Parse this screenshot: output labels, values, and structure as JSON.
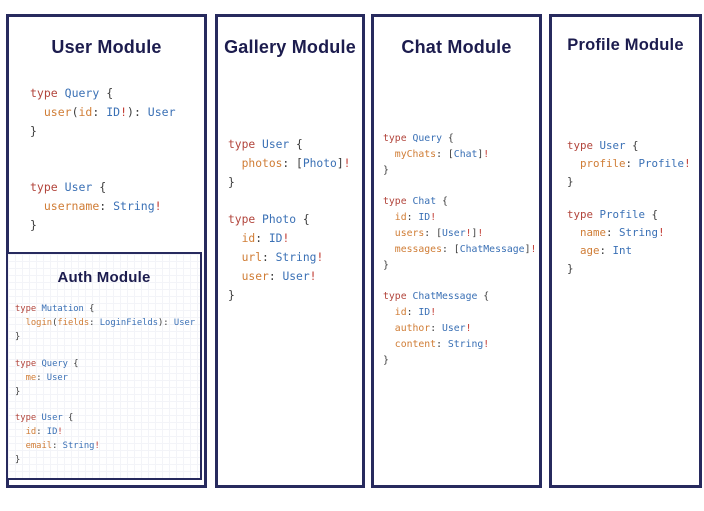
{
  "palette": {
    "border_navy": "#272a5e",
    "title_navy": "#1c1c4e",
    "code_keyword_red": "#b2453c",
    "code_typename_blue": "#3a70b5",
    "code_field_orange": "#d07d36",
    "code_punctuation": "#3c3c3c",
    "code_bang_red": "#c13a31",
    "panel_background": "#ffffff"
  },
  "modules": [
    {
      "title": "User Module",
      "blocks": [
        {
          "lines": [
            [
              [
                "k",
                "type"
              ],
              [
                "p",
                " "
              ],
              [
                "t",
                "Query"
              ],
              [
                "p",
                " {"
              ]
            ],
            [
              [
                "p",
                "  "
              ],
              [
                "f",
                "user"
              ],
              [
                "p",
                "("
              ],
              [
                "f",
                "id"
              ],
              [
                "p",
                ": "
              ],
              [
                "t",
                "ID"
              ],
              [
                "b",
                "!"
              ],
              [
                "p",
                "): "
              ],
              [
                "t",
                "User"
              ]
            ],
            [
              [
                "p",
                "}"
              ]
            ]
          ]
        },
        {
          "lines": [
            [
              [
                "k",
                "type"
              ],
              [
                "p",
                " "
              ],
              [
                "t",
                "User"
              ],
              [
                "p",
                " {"
              ]
            ],
            [
              [
                "p",
                "  "
              ],
              [
                "f",
                "username"
              ],
              [
                "p",
                ": "
              ],
              [
                "t",
                "String"
              ],
              [
                "b",
                "!"
              ]
            ],
            [
              [
                "p",
                "}"
              ]
            ]
          ]
        }
      ]
    },
    {
      "title": "Gallery Module",
      "blocks": [
        {
          "lines": [
            [
              [
                "k",
                "type"
              ],
              [
                "p",
                " "
              ],
              [
                "t",
                "User"
              ],
              [
                "p",
                " {"
              ]
            ],
            [
              [
                "p",
                "  "
              ],
              [
                "f",
                "photos"
              ],
              [
                "p",
                ": ["
              ],
              [
                "t",
                "Photo"
              ],
              [
                "p",
                "]"
              ],
              [
                "b",
                "!"
              ]
            ],
            [
              [
                "p",
                "}"
              ]
            ]
          ]
        },
        {
          "lines": [
            [
              [
                "k",
                "type"
              ],
              [
                "p",
                " "
              ],
              [
                "t",
                "Photo"
              ],
              [
                "p",
                " {"
              ]
            ],
            [
              [
                "p",
                "  "
              ],
              [
                "f",
                "id"
              ],
              [
                "p",
                ": "
              ],
              [
                "t",
                "ID"
              ],
              [
                "b",
                "!"
              ]
            ],
            [
              [
                "p",
                "  "
              ],
              [
                "f",
                "url"
              ],
              [
                "p",
                ": "
              ],
              [
                "t",
                "String"
              ],
              [
                "b",
                "!"
              ]
            ],
            [
              [
                "p",
                "  "
              ],
              [
                "f",
                "user"
              ],
              [
                "p",
                ": "
              ],
              [
                "t",
                "User"
              ],
              [
                "b",
                "!"
              ]
            ],
            [
              [
                "p",
                "}"
              ]
            ]
          ]
        }
      ]
    },
    {
      "title": "Chat Module",
      "blocks": [
        {
          "lines": [
            [
              [
                "k",
                "type"
              ],
              [
                "p",
                " "
              ],
              [
                "t",
                "Query"
              ],
              [
                "p",
                " {"
              ]
            ],
            [
              [
                "p",
                "  "
              ],
              [
                "f",
                "myChats"
              ],
              [
                "p",
                ": ["
              ],
              [
                "t",
                "Chat"
              ],
              [
                "p",
                "]"
              ],
              [
                "b",
                "!"
              ]
            ],
            [
              [
                "p",
                "}"
              ]
            ]
          ]
        },
        {
          "lines": [
            [
              [
                "k",
                "type"
              ],
              [
                "p",
                " "
              ],
              [
                "t",
                "Chat"
              ],
              [
                "p",
                " {"
              ]
            ],
            [
              [
                "p",
                "  "
              ],
              [
                "f",
                "id"
              ],
              [
                "p",
                ": "
              ],
              [
                "t",
                "ID"
              ],
              [
                "b",
                "!"
              ]
            ],
            [
              [
                "p",
                "  "
              ],
              [
                "f",
                "users"
              ],
              [
                "p",
                ": ["
              ],
              [
                "t",
                "User"
              ],
              [
                "b",
                "!"
              ],
              [
                "p",
                "]"
              ],
              [
                "b",
                "!"
              ]
            ],
            [
              [
                "p",
                "  "
              ],
              [
                "f",
                "messages"
              ],
              [
                "p",
                ": ["
              ],
              [
                "t",
                "ChatMessage"
              ],
              [
                "p",
                "]"
              ],
              [
                "b",
                "!"
              ]
            ],
            [
              [
                "p",
                "}"
              ]
            ]
          ]
        },
        {
          "lines": [
            [
              [
                "k",
                "type"
              ],
              [
                "p",
                " "
              ],
              [
                "t",
                "ChatMessage"
              ],
              [
                "p",
                " {"
              ]
            ],
            [
              [
                "p",
                "  "
              ],
              [
                "f",
                "id"
              ],
              [
                "p",
                ": "
              ],
              [
                "t",
                "ID"
              ],
              [
                "b",
                "!"
              ]
            ],
            [
              [
                "p",
                "  "
              ],
              [
                "f",
                "author"
              ],
              [
                "p",
                ": "
              ],
              [
                "t",
                "User"
              ],
              [
                "b",
                "!"
              ]
            ],
            [
              [
                "p",
                "  "
              ],
              [
                "f",
                "content"
              ],
              [
                "p",
                ": "
              ],
              [
                "t",
                "String"
              ],
              [
                "b",
                "!"
              ]
            ],
            [
              [
                "p",
                "}"
              ]
            ]
          ]
        }
      ]
    },
    {
      "title": "Profile Module",
      "blocks": [
        {
          "lines": [
            [
              [
                "k",
                "type"
              ],
              [
                "p",
                " "
              ],
              [
                "t",
                "User"
              ],
              [
                "p",
                " {"
              ]
            ],
            [
              [
                "p",
                "  "
              ],
              [
                "f",
                "profile"
              ],
              [
                "p",
                ": "
              ],
              [
                "t",
                "Profile"
              ],
              [
                "b",
                "!"
              ]
            ],
            [
              [
                "p",
                "}"
              ]
            ]
          ]
        },
        {
          "lines": [
            [
              [
                "k",
                "type"
              ],
              [
                "p",
                " "
              ],
              [
                "t",
                "Profile"
              ],
              [
                "p",
                " {"
              ]
            ],
            [
              [
                "p",
                "  "
              ],
              [
                "f",
                "name"
              ],
              [
                "p",
                ": "
              ],
              [
                "t",
                "String"
              ],
              [
                "b",
                "!"
              ]
            ],
            [
              [
                "p",
                "  "
              ],
              [
                "f",
                "age"
              ],
              [
                "p",
                ": "
              ],
              [
                "t",
                "Int"
              ]
            ],
            [
              [
                "p",
                "}"
              ]
            ]
          ]
        }
      ]
    },
    {
      "title": "Auth Module",
      "blocks": [
        {
          "lines": [
            [
              [
                "k",
                "type"
              ],
              [
                "p",
                " "
              ],
              [
                "t",
                "Mutation"
              ],
              [
                "p",
                " {"
              ]
            ],
            [
              [
                "p",
                "  "
              ],
              [
                "f",
                "login"
              ],
              [
                "p",
                "("
              ],
              [
                "f",
                "fields"
              ],
              [
                "p",
                ": "
              ],
              [
                "t",
                "LoginFields"
              ],
              [
                "p",
                "): "
              ],
              [
                "t",
                "User"
              ]
            ],
            [
              [
                "p",
                "}"
              ]
            ]
          ]
        },
        {
          "lines": [
            [
              [
                "k",
                "type"
              ],
              [
                "p",
                " "
              ],
              [
                "t",
                "Query"
              ],
              [
                "p",
                " {"
              ]
            ],
            [
              [
                "p",
                "  "
              ],
              [
                "f",
                "me"
              ],
              [
                "p",
                ": "
              ],
              [
                "t",
                "User"
              ]
            ],
            [
              [
                "p",
                "}"
              ]
            ]
          ]
        },
        {
          "lines": [
            [
              [
                "k",
                "type"
              ],
              [
                "p",
                " "
              ],
              [
                "t",
                "User"
              ],
              [
                "p",
                " {"
              ]
            ],
            [
              [
                "p",
                "  "
              ],
              [
                "f",
                "id"
              ],
              [
                "p",
                ": "
              ],
              [
                "t",
                "ID"
              ],
              [
                "b",
                "!"
              ]
            ],
            [
              [
                "p",
                "  "
              ],
              [
                "f",
                "email"
              ],
              [
                "p",
                ": "
              ],
              [
                "t",
                "String"
              ],
              [
                "b",
                "!"
              ]
            ],
            [
              [
                "p",
                "}"
              ]
            ]
          ]
        }
      ]
    }
  ]
}
